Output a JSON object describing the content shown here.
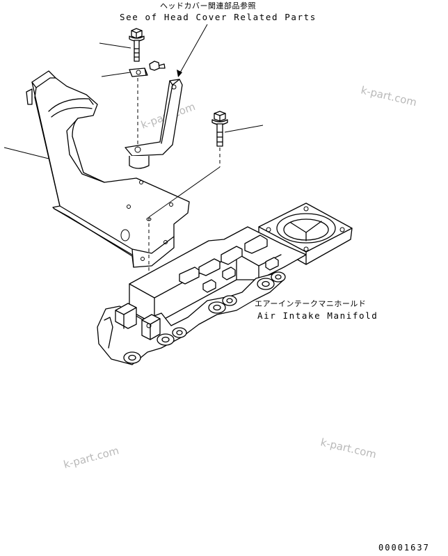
{
  "callouts": {
    "head_cover_jp": "ヘッドカバー関連部品参照",
    "head_cover_en": "See of Head Cover Related Parts",
    "manifold_jp": "エアーインテークマニホールド",
    "manifold_en": "Air Intake Manifold"
  },
  "watermarks": [
    "k-part.com",
    "k-part.com",
    "k-part.com",
    "k-part.com"
  ],
  "drawing_number": "00001637"
}
